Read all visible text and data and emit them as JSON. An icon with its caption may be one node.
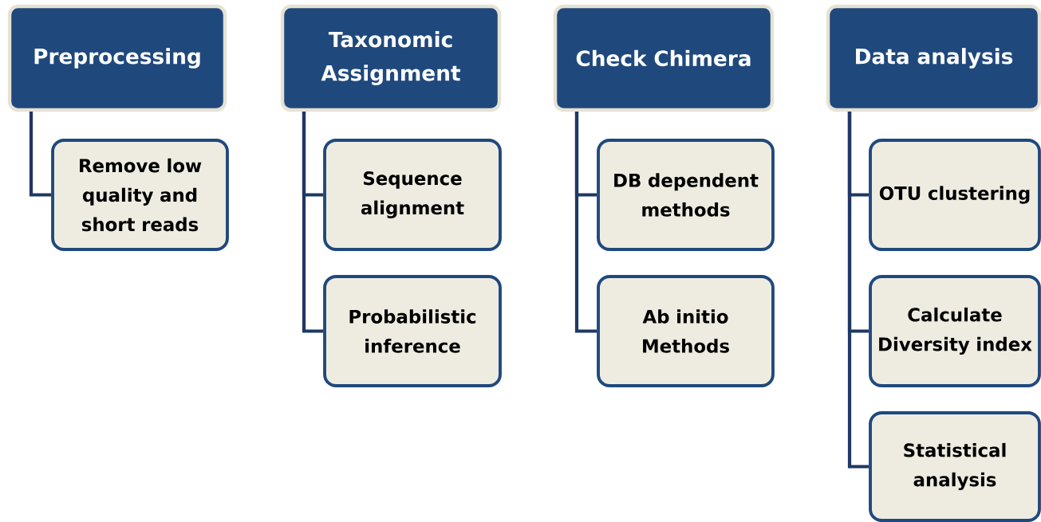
{
  "diagram": {
    "nodes": [
      {
        "text": [
          "Preprocessing"
        ]
      },
      {
        "text": [
          "Remove low quality and short reads"
        ]
      },
      {
        "text": [
          "Taxonomic Assignment"
        ]
      },
      {
        "text": [
          "Sequence alignment"
        ]
      },
      {
        "text": [
          "Probabilistic inference"
        ]
      },
      {
        "text": [
          "Check Chimera"
        ]
      },
      {
        "text": [
          "DB dependent methods"
        ]
      },
      {
        "text": [
          "Ab initio Methods"
        ]
      },
      {
        "text": [
          "Data analysis"
        ]
      },
      {
        "text": [
          "OTU clustering"
        ]
      },
      {
        "text": [
          "Calculate Diversity index"
        ]
      },
      {
        "text": [
          "Statistical analysis"
        ]
      }
    ],
    "edges": [
      {
        "from": 0,
        "to": 1,
        "arrow": "none"
      },
      {
        "from": 2,
        "to": 3,
        "arrow": "none"
      },
      {
        "from": 2,
        "to": 4,
        "arrow": "none"
      },
      {
        "from": 5,
        "to": 6,
        "arrow": "none"
      },
      {
        "from": 5,
        "to": 7,
        "arrow": "none"
      },
      {
        "from": 8,
        "to": 9,
        "arrow": "none"
      },
      {
        "from": 8,
        "to": 10,
        "arrow": "none"
      },
      {
        "from": 8,
        "to": 11,
        "arrow": "none"
      }
    ]
  }
}
